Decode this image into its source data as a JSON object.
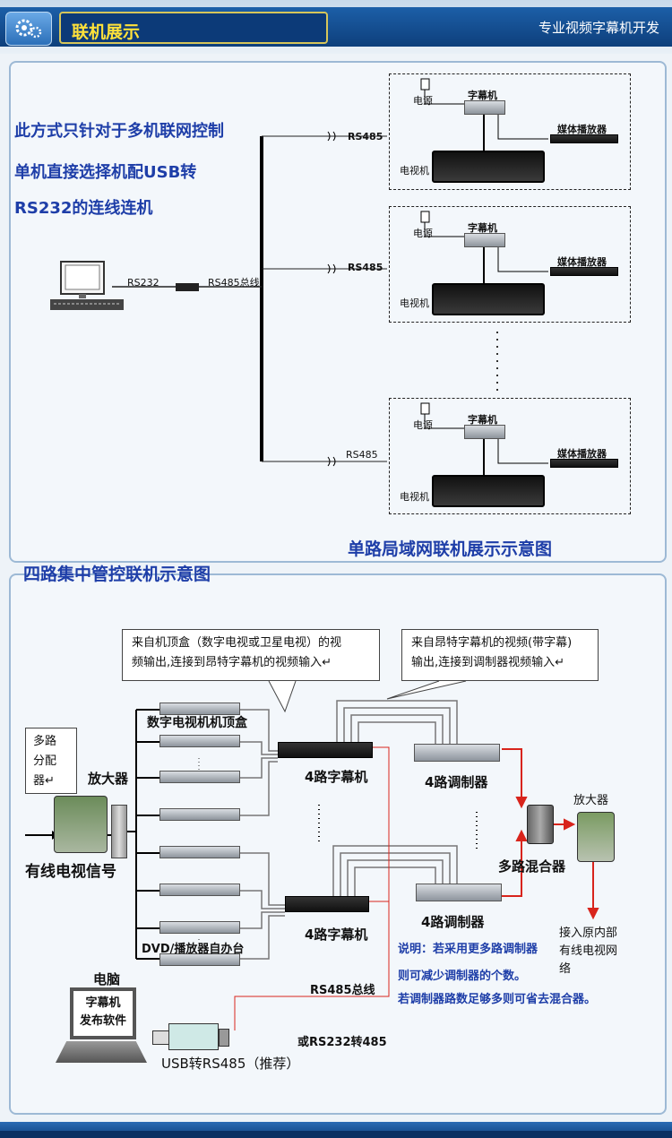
{
  "header": {
    "title": "联机展示",
    "right_text": "专业视频字幕机开发"
  },
  "top": {
    "note_line1": "此方式只针对于多机联网控制",
    "note_line2": "单机直接选择机配USB转",
    "note_line3": "RS232的连线连机",
    "rs232": "RS232",
    "bus": "RS485总线",
    "rs485": "RS485",
    "power": "电源",
    "subtitle_machine": "字幕机",
    "media_player": "媒体播放器",
    "tv": "电视机",
    "caption": "单路局域网联机展示示意图"
  },
  "bottom": {
    "title": "四路集中管控联机示意图",
    "callout1": [
      "来自机顶盒（数字电视或卫星电视）的视",
      "频输出,连接到昂特字幕机的视频输入↵"
    ],
    "callout2": [
      "来自昂特字幕机的视频(带字幕)",
      "输出,连接到调制器视频输入↵"
    ],
    "splitter": [
      "多路",
      "分配",
      "器↵"
    ],
    "amplifier": "放大器",
    "stb": "数字电视机机顶盒",
    "cable_signal": "有线电视信号",
    "subtitle4_a": "4路字幕机",
    "subtitle4_b": "4路字幕机",
    "modulator_a": "4路调制器",
    "modulator_b": "4路调制器",
    "mixer": "多路混合器",
    "amp_right": "放大器",
    "output": [
      "接入原内部",
      "有线电视网",
      "络"
    ],
    "dvd": "DVD/播放器自办台",
    "computer": "电脑",
    "software": [
      "字幕机",
      "发布软件"
    ],
    "rs485_bus": "RS485总线",
    "or_text": "或RS232转485",
    "usb": "USB转RS485（推荐）",
    "note1": "说明：若采用更多路调制器",
    "note2": "则可减少调制器的个数。",
    "note3": "若调制器路数足够多则可省去混合器。"
  },
  "colors": {
    "header": "#0e3f7c",
    "title_yellow": "#ffe13a",
    "diagram_blue": "#1e3ea8",
    "arrow_red": "#d8241c"
  }
}
